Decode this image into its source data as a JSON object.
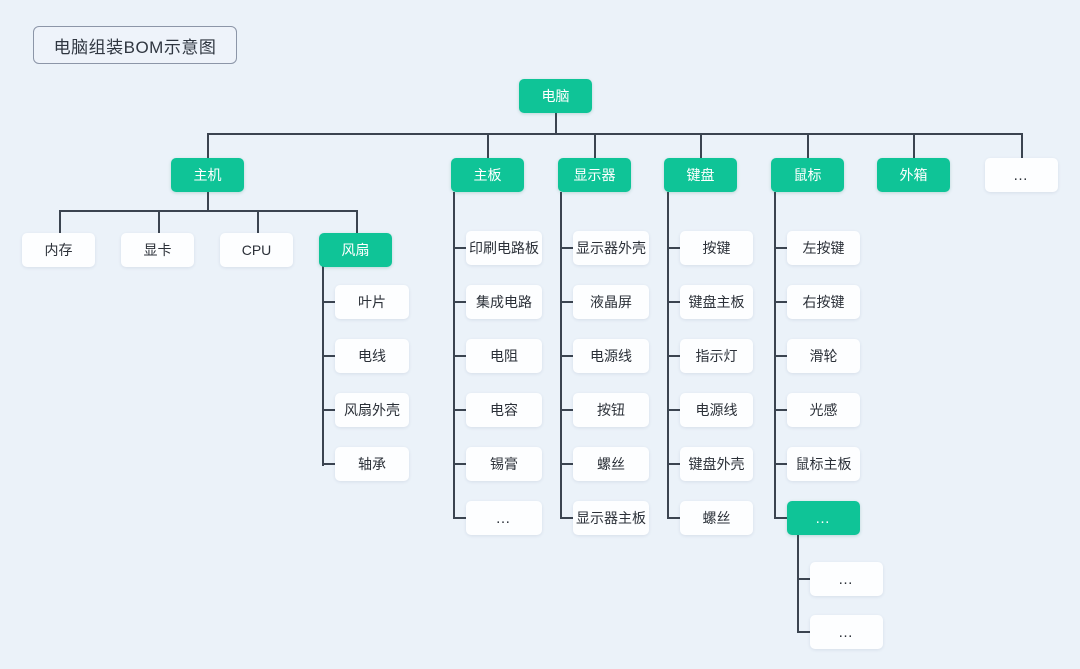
{
  "diagram": {
    "title": "电脑组装BOM示意图",
    "type": "bom-tree",
    "colors": {
      "background": "#ebf2f9",
      "accent": "#0fc497",
      "node_plain": "#fdfeff",
      "line": "#3b4450",
      "text_dark": "#2b3038",
      "text_light": "#ffffff"
    },
    "root": {
      "label": "电脑",
      "style": "accent"
    },
    "level2": [
      {
        "label": "主机",
        "style": "accent"
      },
      {
        "label": "主板",
        "style": "accent"
      },
      {
        "label": "显示器",
        "style": "accent"
      },
      {
        "label": "键盘",
        "style": "accent"
      },
      {
        "label": "鼠标",
        "style": "accent"
      },
      {
        "label": "外箱",
        "style": "accent"
      },
      {
        "label": "…",
        "style": "plain"
      }
    ],
    "host_children": [
      {
        "label": "内存",
        "style": "plain"
      },
      {
        "label": "显卡",
        "style": "plain"
      },
      {
        "label": "CPU",
        "style": "plain"
      },
      {
        "label": "风扇",
        "style": "accent"
      }
    ],
    "fan_children": [
      {
        "label": "叶片",
        "style": "plain"
      },
      {
        "label": "电线",
        "style": "plain"
      },
      {
        "label": "风扇外壳",
        "style": "plain"
      },
      {
        "label": "轴承",
        "style": "plain"
      }
    ],
    "mainboard_children": [
      {
        "label": "印刷电路板",
        "style": "plain"
      },
      {
        "label": "集成电路",
        "style": "plain"
      },
      {
        "label": "电阻",
        "style": "plain"
      },
      {
        "label": "电容",
        "style": "plain"
      },
      {
        "label": "锡膏",
        "style": "plain"
      },
      {
        "label": "…",
        "style": "plain"
      }
    ],
    "monitor_children": [
      {
        "label": "显示器外壳",
        "style": "plain"
      },
      {
        "label": "液晶屏",
        "style": "plain"
      },
      {
        "label": "电源线",
        "style": "plain"
      },
      {
        "label": "按钮",
        "style": "plain"
      },
      {
        "label": "螺丝",
        "style": "plain"
      },
      {
        "label": "显示器主板",
        "style": "plain"
      }
    ],
    "keyboard_children": [
      {
        "label": "按键",
        "style": "plain"
      },
      {
        "label": "键盘主板",
        "style": "plain"
      },
      {
        "label": "指示灯",
        "style": "plain"
      },
      {
        "label": "电源线",
        "style": "plain"
      },
      {
        "label": "键盘外壳",
        "style": "plain"
      },
      {
        "label": "螺丝",
        "style": "plain"
      }
    ],
    "mouse_children": [
      {
        "label": "左按键",
        "style": "plain"
      },
      {
        "label": "右按键",
        "style": "plain"
      },
      {
        "label": "滑轮",
        "style": "plain"
      },
      {
        "label": "光感",
        "style": "plain"
      },
      {
        "label": "鼠标主板",
        "style": "plain"
      },
      {
        "label": "…",
        "style": "accent"
      }
    ],
    "mouse_more_children": [
      {
        "label": "…",
        "style": "plain"
      },
      {
        "label": "…",
        "style": "plain"
      }
    ]
  }
}
